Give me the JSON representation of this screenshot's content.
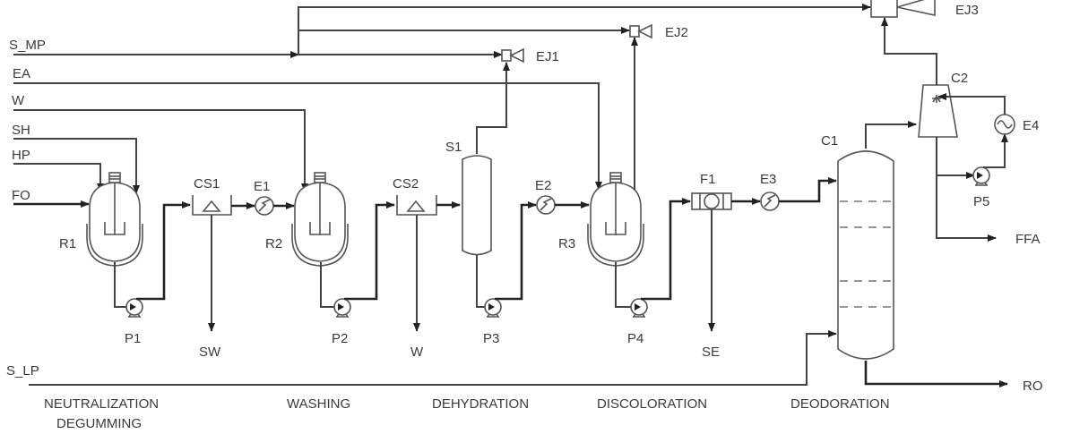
{
  "diagram": {
    "type": "process-flow-diagram",
    "inlet_streams": [
      {
        "id": "S_MP",
        "label": "S_MP"
      },
      {
        "id": "EA",
        "label": "EA"
      },
      {
        "id": "W_in",
        "label": "W"
      },
      {
        "id": "SH",
        "label": "SH"
      },
      {
        "id": "HP",
        "label": "HP"
      },
      {
        "id": "FO",
        "label": "FO"
      },
      {
        "id": "S_LP",
        "label": "S_LP"
      }
    ],
    "outlet_streams": [
      {
        "id": "SW",
        "label": "SW"
      },
      {
        "id": "W_out",
        "label": "W"
      },
      {
        "id": "SE",
        "label": "SE"
      },
      {
        "id": "FFA",
        "label": "FFA"
      },
      {
        "id": "RO",
        "label": "RO"
      }
    ],
    "equipment": {
      "R1": "R1",
      "R2": "R2",
      "R3": "R3",
      "CS1": "CS1",
      "CS2": "CS2",
      "E1": "E1",
      "E2": "E2",
      "E3": "E3",
      "E4": "E4",
      "P1": "P1",
      "P2": "P2",
      "P3": "P3",
      "P4": "P4",
      "P5": "P5",
      "S1": "S1",
      "F1": "F1",
      "C1": "C1",
      "C2": "C2",
      "EJ1": "EJ1",
      "EJ2": "EJ2",
      "EJ3": "EJ3"
    },
    "sections": [
      {
        "label": "NEUTRALIZATION",
        "label2": "DEGUMMING"
      },
      {
        "label": "WASHING"
      },
      {
        "label": "DEHYDRATION"
      },
      {
        "label": "DISCOLORATION"
      },
      {
        "label": "DEODORATION"
      }
    ],
    "connections": [
      [
        "FO",
        "R1"
      ],
      [
        "HP",
        "R1"
      ],
      [
        "SH",
        "R1"
      ],
      [
        "R1",
        "P1"
      ],
      [
        "P1",
        "CS1"
      ],
      [
        "CS1",
        "SW"
      ],
      [
        "CS1",
        "E1"
      ],
      [
        "E1",
        "R2"
      ],
      [
        "W_in",
        "R2"
      ],
      [
        "R2",
        "P2"
      ],
      [
        "P2",
        "CS2"
      ],
      [
        "CS2",
        "W_out"
      ],
      [
        "CS2",
        "S1"
      ],
      [
        "S1",
        "EJ1"
      ],
      [
        "S1",
        "P3"
      ],
      [
        "P3",
        "E2"
      ],
      [
        "E2",
        "R3"
      ],
      [
        "EA",
        "R3"
      ],
      [
        "R3",
        "EJ2"
      ],
      [
        "R3",
        "P4"
      ],
      [
        "P4",
        "F1"
      ],
      [
        "F1",
        "SE"
      ],
      [
        "F1",
        "E3"
      ],
      [
        "E3",
        "C1"
      ],
      [
        "S_LP",
        "C1"
      ],
      [
        "C1",
        "C2"
      ],
      [
        "C1",
        "RO"
      ],
      [
        "C2",
        "EJ3"
      ],
      [
        "C2",
        "P5"
      ],
      [
        "P5",
        "E4"
      ],
      [
        "E4",
        "C2"
      ],
      [
        "C2",
        "FFA"
      ],
      [
        "S_MP",
        "EJ1"
      ],
      [
        "S_MP",
        "EJ2"
      ],
      [
        "S_MP",
        "EJ3"
      ]
    ]
  }
}
